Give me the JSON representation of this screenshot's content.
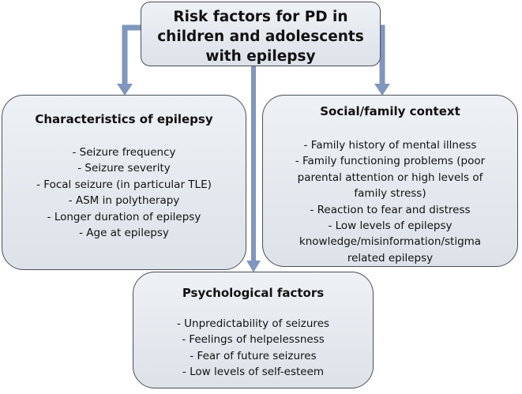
{
  "top": {
    "title": "Risk factors for PD in\nchildren and adolescents\nwith epilepsy"
  },
  "left": {
    "heading": "Characteristics of epilepsy",
    "items": [
      "- Seizure frequency",
      "- Seizure severity",
      "- Focal seizure (in particular TLE)",
      "- ASM in polytherapy",
      "- Longer duration of epilepsy",
      "- Age at epilepsy"
    ]
  },
  "right": {
    "heading": "Social/family context",
    "items": [
      "- Family history of mental illness",
      "- Family functioning problems (poor\nparental attention or high levels of\nfamily stress)",
      "- Reaction to fear and distress",
      "- Low levels of epilepsy\nknowledge/misinformation/stigma\nrelated epilepsy"
    ]
  },
  "bottom": {
    "heading": "Psychological factors",
    "items": [
      "- Unpredictability of seizures",
      "- Feelings of helpelessness",
      "- Fear of future seizures",
      "- Low levels of self-esteem"
    ]
  },
  "colors": {
    "arrow": "#7f96bd",
    "border": "#4a4f57"
  }
}
